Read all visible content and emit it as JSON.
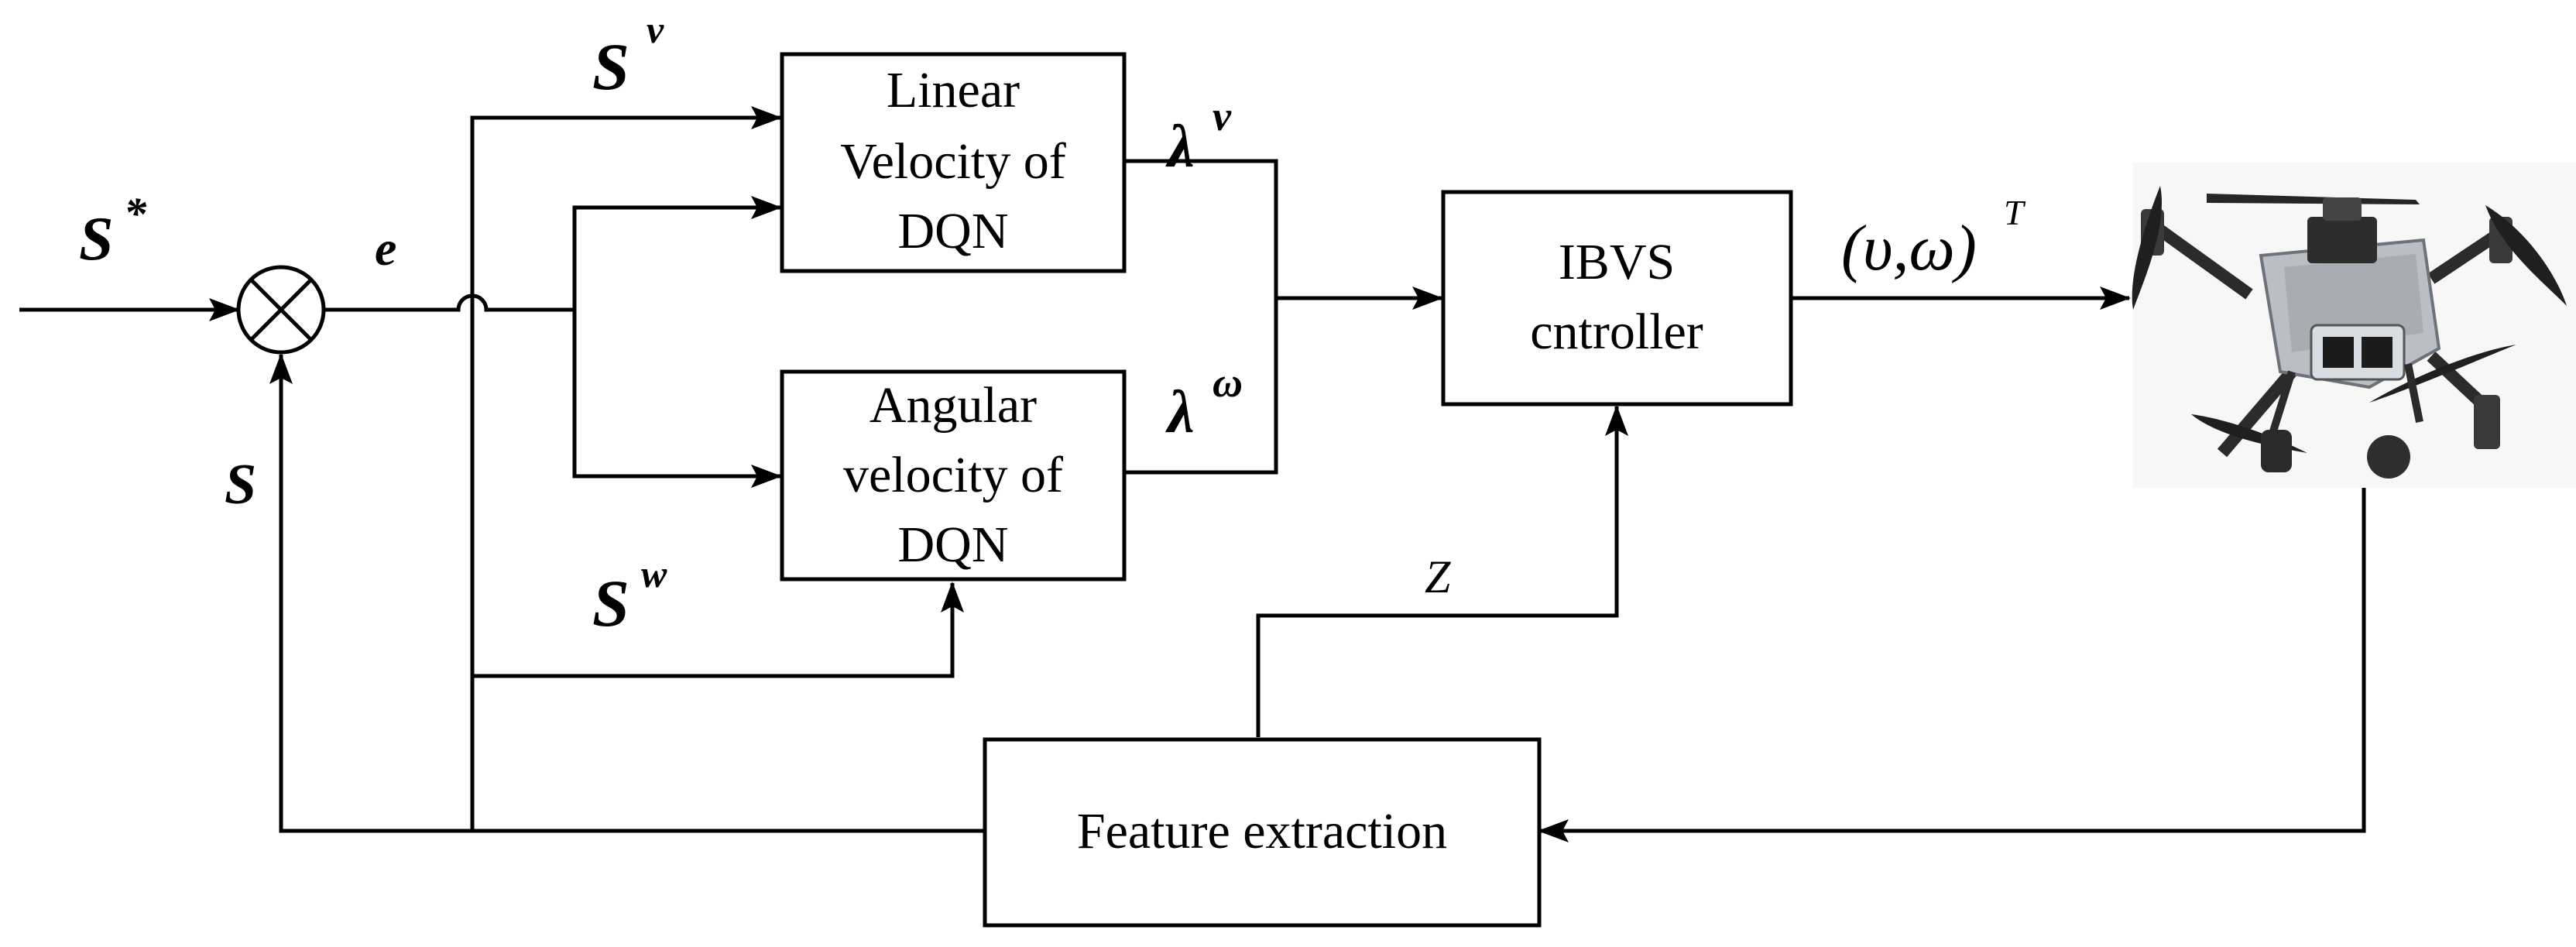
{
  "blocks": {
    "linear_dqn": [
      "Linear",
      "Velocity of",
      "DQN"
    ],
    "angular_dqn": [
      "Angular",
      "velocity of",
      "DQN"
    ],
    "ibvs": [
      "IBVS",
      "cntroller"
    ],
    "feature": [
      "Feature extraction"
    ]
  },
  "signals": {
    "s_star": {
      "base": "S",
      "sup": "*"
    },
    "e": "e",
    "s_v": {
      "base": "S",
      "sup": "v"
    },
    "s_w": {
      "base": "S",
      "sup": "w"
    },
    "s": "S",
    "lambda_v": {
      "base": "λ",
      "sup": "v"
    },
    "lambda_w": {
      "base": "λ",
      "sup": "ω"
    },
    "velocity_out": {
      "base": "(υ,ω)",
      "sup": "T"
    },
    "z": "Z"
  },
  "drone": {
    "icon": "quadrotor-drone-icon"
  }
}
